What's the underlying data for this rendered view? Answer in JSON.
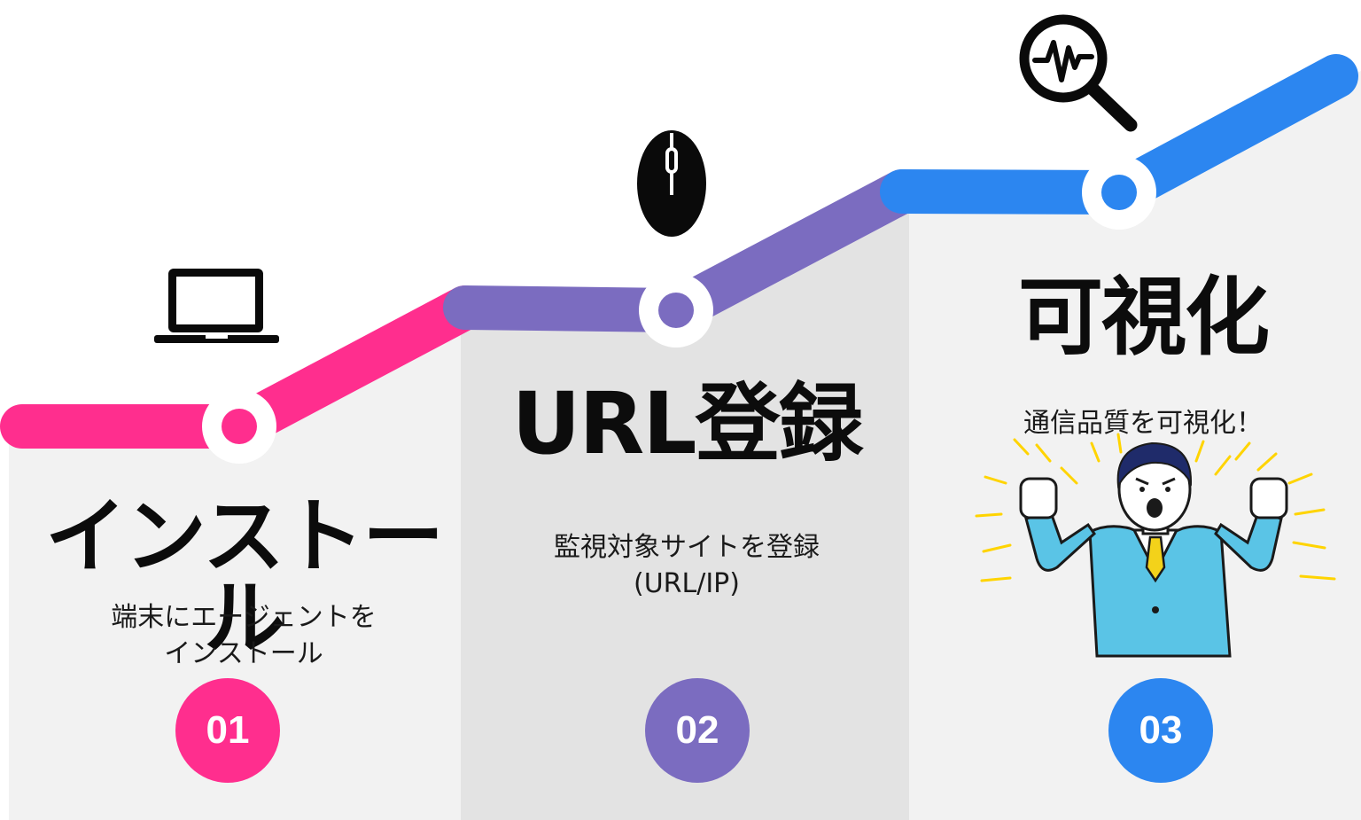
{
  "steps": [
    {
      "number": "01",
      "title": "インストール",
      "description_lines": [
        "端末にエージェントを",
        "インストール"
      ],
      "color": "#ff2e8e",
      "icon": "laptop-icon"
    },
    {
      "number": "02",
      "title": "URL登録",
      "description_lines": [
        "監視対象サイトを登録",
        "(URL/IP)"
      ],
      "color": "#7b6cc0",
      "icon": "mouse-icon"
    },
    {
      "number": "03",
      "title": "可視化",
      "description_lines": [
        "通信品質を可視化！"
      ],
      "color": "#2c86f0",
      "icon": "magnifier-pulse-icon",
      "illustration": "cheering-businessman-illustration"
    }
  ],
  "colors": {
    "step1": "#ff2e8e",
    "step2": "#7b6cc0",
    "step3": "#2c86f0",
    "panel_light": "#f2f2f2",
    "panel_mid": "#e3e3e3"
  }
}
